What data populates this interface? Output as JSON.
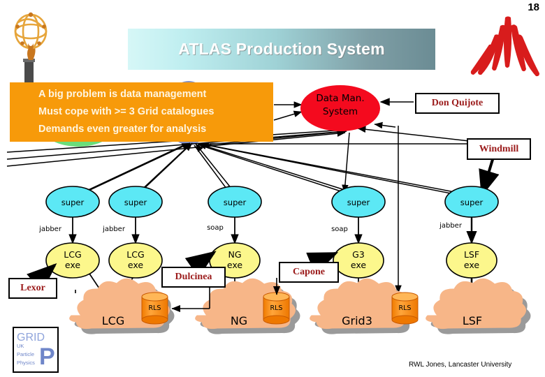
{
  "slide": {
    "page_number": "18",
    "title": "ATLAS Production System",
    "credit": "RWL Jones, Lancaster University"
  },
  "callout": {
    "line1": "A big problem is data management",
    "line2": "Must cope with >= 3 Grid catalogues",
    "line3": "Demands even greater for analysis"
  },
  "central": {
    "dms_line1": "Data Man.",
    "dms_line2": "System",
    "dms_color": "#F40A1E"
  },
  "boxed_labels": [
    {
      "id": "don-quijote",
      "text": "Don Quijote"
    },
    {
      "id": "windmill",
      "text": "Windmill"
    },
    {
      "id": "lexor",
      "text": "Lexor"
    },
    {
      "id": "dulcinea",
      "text": "Dulcinea"
    },
    {
      "id": "capone",
      "text": "Capone"
    }
  ],
  "supervisors": [
    {
      "label": "super",
      "protocol": "jabber"
    },
    {
      "label": "super",
      "protocol": "jabber"
    },
    {
      "label": "super",
      "protocol": "soap"
    },
    {
      "label": "super",
      "protocol": "soap"
    },
    {
      "label": "super",
      "protocol": "jabber"
    }
  ],
  "executors": [
    {
      "name": "LCG",
      "suffix": "exe"
    },
    {
      "name": "LCG",
      "suffix": "exe"
    },
    {
      "name": "NG",
      "suffix": "exe"
    },
    {
      "name": "G3",
      "suffix": "exe"
    },
    {
      "name": "LSF",
      "suffix": "exe"
    }
  ],
  "grids": [
    {
      "cloud": "LCG",
      "catalogue": "RLS"
    },
    {
      "cloud": "NG",
      "catalogue": "RLS"
    },
    {
      "cloud": "Grid3",
      "catalogue": "RLS"
    },
    {
      "cloud": "LSF",
      "catalogue": ""
    }
  ],
  "logos": {
    "gridpp_line1": "GRID",
    "gridpp_line2": "UK",
    "gridpp_line3": "Particle",
    "gridpp_line4": "Physics",
    "gridpp_big": "P",
    "atlas_statue": "atlas-globe-statue-logo",
    "red_fountain": "red-fountain-logo"
  },
  "colors": {
    "super_fill": "#5CE8F5",
    "exe_fill": "#FCF78C",
    "cloud_fill": "#F7B688",
    "cloud_shadow": "#9A9A9A",
    "rls_fill": "#FF9417",
    "rls_top": "#FFB757",
    "dms_fill": "#F40A1E",
    "callout_bg": "#F79A0A",
    "hidden_blue": "#8390C4",
    "hidden_green": "#6BDD7A",
    "box_text": "#9B1B1B"
  }
}
